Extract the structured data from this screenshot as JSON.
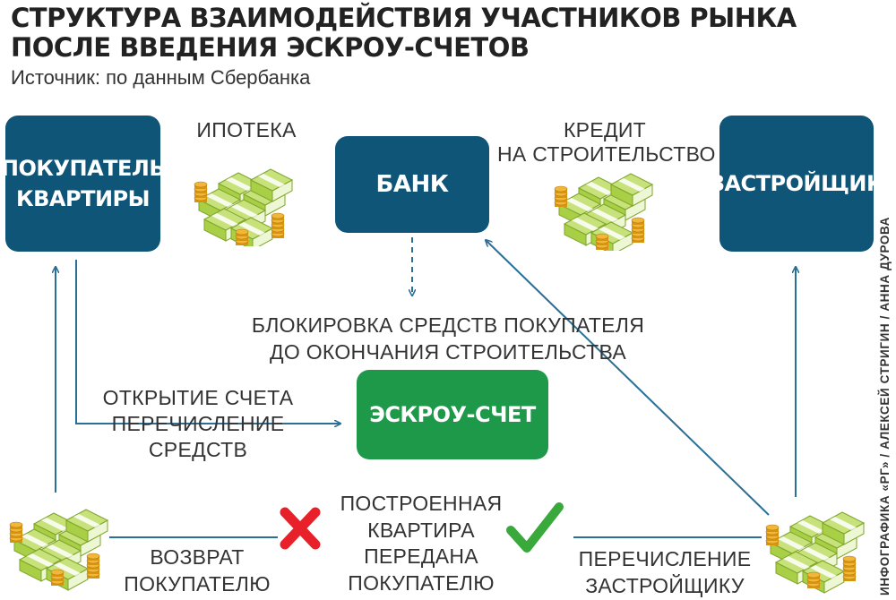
{
  "header": {
    "title_line1": "СТРУКТУРА ВЗАИМОДЕЙСТВИЯ УЧАСТНИКОВ РЫНКА",
    "title_line2": "ПОСЛЕ ВВЕДЕНИЯ ЭСКРОУ-СЧЕТОВ",
    "source": "Источник: по данным Сбербанка"
  },
  "nodes": {
    "buyer": {
      "line1": "ПОКУПАТЕЛЬ",
      "line2": "КВАРТИРЫ"
    },
    "bank": {
      "label": "БАНК"
    },
    "developer": {
      "label": "ЗАСТРОЙЩИК"
    },
    "escrow": {
      "label": "ЭСКРОУ-СЧЕТ"
    }
  },
  "labels": {
    "mortgage": "ИПОТЕКА",
    "credit_line1": "КРЕДИТ",
    "credit_line2": "НА СТРОИТЕЛЬСТВО",
    "blocking_line1": "БЛОКИРОВКА СРЕДСТВ ПОКУПАТЕЛЯ",
    "blocking_line2": "ДО ОКОНЧАНИЯ СТРОИТЕЛЬСТВА",
    "opening_line1": "ОТКРЫТИЕ СЧЕТА",
    "opening_line2": "ПЕРЕЧИСЛЕНИЕ",
    "opening_line3": "СРЕДСТВ",
    "refund_line1": "ВОЗВРАТ",
    "refund_line2": "ПОКУПАТЕЛЮ",
    "built_line1": "ПОСТРОЕННАЯ",
    "built_line2": "КВАРТИРА",
    "built_line3": "ПЕРЕДАНА",
    "built_line4": "ПОКУПАТЕЛЮ",
    "transfer_line1": "ПЕРЕЧИСЛЕНИЕ",
    "transfer_line2": "ЗАСТРОЙЩИКУ"
  },
  "credit": "ИНФОГРАФИКА «РГ» / АЛЕКСЕЙ СТРИГИН / АННА ДУРОВА",
  "icons": {
    "money": "money-stack-icon",
    "cross": "red-cross-icon",
    "check": "green-check-icon"
  },
  "colors": {
    "box_blue": "#0e5578",
    "box_green": "#1d9949",
    "arrow": "#2a6f97",
    "cross": "#e8202a",
    "check": "#3aa93c",
    "money_green": "#a8cf45",
    "coin": "#e0a020"
  }
}
